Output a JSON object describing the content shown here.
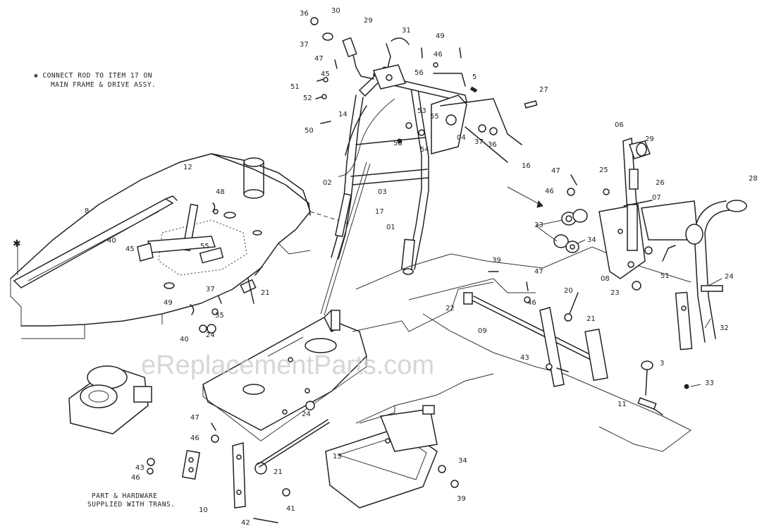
{
  "notes": {
    "connect_line1": "✱ CONNECT ROD TO ITEM 17 ON",
    "connect_line2": "MAIN FRAME & DRIVE ASSY.",
    "trans_line1": "PART & HARDWARE",
    "trans_line2": "SUPPLIED WITH TRANS.",
    "asterisk": "✱"
  },
  "watermark": "eReplacementParts.com",
  "labels": {
    "l36": "36",
    "l30": "30",
    "l29": "29",
    "l31": "31",
    "l49a": "49",
    "l46a": "46",
    "l37a": "37",
    "l47a": "47",
    "l45a": "45",
    "l56": "56",
    "l5": "5",
    "l27": "27",
    "l51": "51",
    "l52": "52",
    "l14": "14",
    "l53": "53",
    "l55": "55",
    "l50": "50",
    "l58": "58",
    "l54": "54",
    "l04": "04",
    "l37b": "37",
    "l36b": "36",
    "l16": "16",
    "l02": "02",
    "l03": "03",
    "l17": "17",
    "l01": "01",
    "l06": "06",
    "l29b": "29",
    "l47b": "47",
    "l25": "25",
    "l26": "26",
    "l46b": "46",
    "l07": "07",
    "l33": "33",
    "l34": "34",
    "l28": "28",
    "l08": "08",
    "l23": "23",
    "l51b": "51",
    "l24a": "24",
    "l32": "32",
    "l12": "12",
    "l48": "48",
    "l8": "8",
    "l40": "40",
    "l45b": "45",
    "l55b": "55",
    "l37c": "37",
    "l21a": "21",
    "l35": "35",
    "l49b": "49",
    "l40b": "40",
    "l24b": "24",
    "l39": "39",
    "l47c": "47",
    "l46c": "46",
    "l20": "20",
    "l21b": "21",
    "l22": "22",
    "l09": "09",
    "l43": "43",
    "l3": "3",
    "l33b": "33",
    "l11": "11",
    "l24c": "24",
    "l47d": "47",
    "l46d": "46",
    "l43b": "43",
    "l46e": "46",
    "l13": "13",
    "l21c": "21",
    "l10": "10",
    "l41": "41",
    "l42": "42",
    "l34b": "34",
    "l39b": "39"
  }
}
